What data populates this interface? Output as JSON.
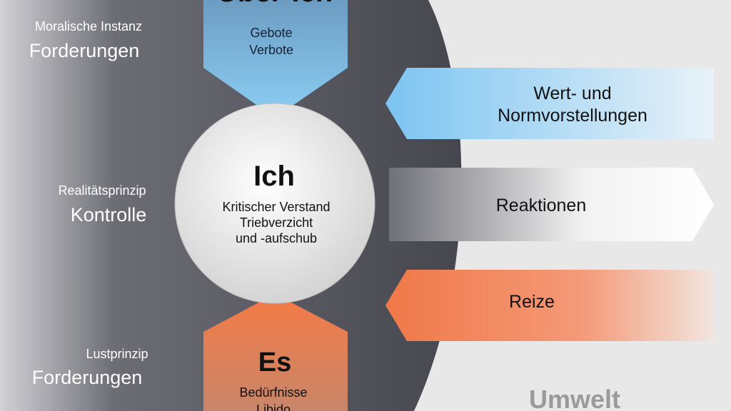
{
  "left_labels": [
    {
      "small": "Moralische Instanz",
      "big": "Forderungen"
    },
    {
      "small": "Realitätsprinzip",
      "big": "Kontrolle"
    },
    {
      "small": "Lustprinzip",
      "big": "Forderungen"
    }
  ],
  "ueber_ich": {
    "title": "Über-Ich",
    "line1": "Gebote",
    "line2": "Verbote"
  },
  "ich": {
    "title": "Ich",
    "line1": "Kritischer Verstand",
    "line2": "Triebverzicht",
    "line3": "und -aufschub"
  },
  "es": {
    "title": "Es",
    "line1": "Bedürfnisse",
    "line2": "Libido"
  },
  "arrows": {
    "werte_line1": "Wert- und",
    "werte_line2": "Normvorstellungen",
    "reaktionen": "Reaktionen",
    "reize": "Reize"
  },
  "umwelt": "Umwelt",
  "colors": {
    "blue": "#7cbde6",
    "orange": "#f08050",
    "dark": "#4b4b53"
  }
}
